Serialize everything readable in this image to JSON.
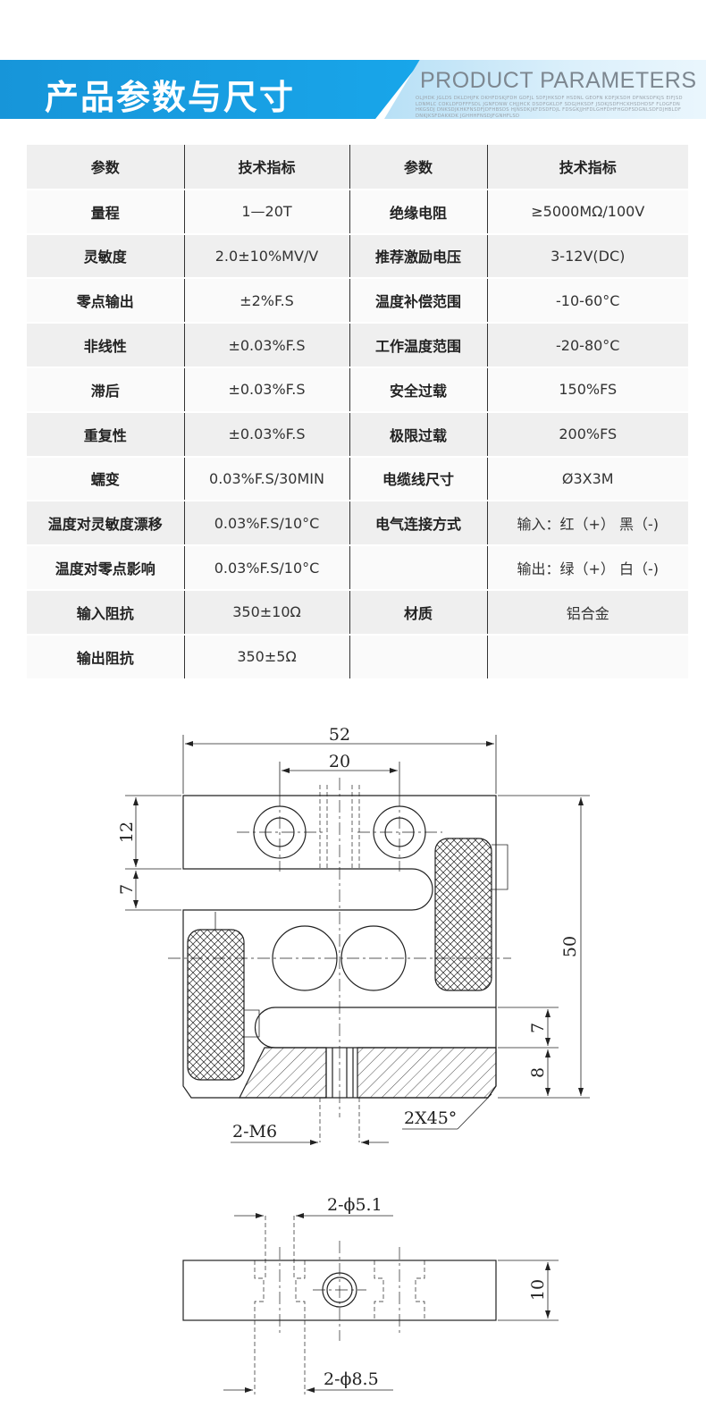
{
  "header": {
    "title": "产品参数与尺寸",
    "title_en": "PRODUCT PARAMETERS",
    "small_text": "OLJHDK JGLDS DKLDHJFK DKHFDSKJFDH GDFJL SDFJHKSDF HSDNL GEOFN KDFJKSDH DFNKSDFKJS EIFJSDLDNMLC COKLDFDFFFSDL JGNFDNW CHJJHCK DSDFGKLDF SDGJHKSDF JSDKJSDFHCKHSDHDSF FLOGFDNHKGSDJ DNKSDJKHKFNSDFJDFHBSDS HJNSDKJKFDSDFDJL FDSGKJJHFDLGHFDHFHGDFSDGNLSDFDJHBLDFDNKJKSFDAKKDK JGHHHFNSDJFGNHFLSD",
    "colors": {
      "blue": "#1795d9",
      "light_blue": "#dcf0fb",
      "en_text": "#7d8790"
    }
  },
  "table": {
    "rows": [
      [
        "参数",
        "技术指标",
        "参数",
        "技术指标"
      ],
      [
        "量程",
        "1—20T",
        "绝缘电阻",
        "≥5000MΩ/100V"
      ],
      [
        "灵敏度",
        "2.0±10%MV/V",
        "推荐激励电压",
        "3-12V(DC)"
      ],
      [
        "零点输出",
        "±2%F.S",
        "温度补偿范围",
        "-10-60°C"
      ],
      [
        "非线性",
        "±0.03%F.S",
        "工作温度范围",
        "-20-80°C"
      ],
      [
        "滞后",
        "±0.03%F.S",
        "安全过载",
        "150%FS"
      ],
      [
        "重复性",
        "±0.03%F.S",
        "极限过载",
        "200%FS"
      ],
      [
        "蠕变",
        "0.03%F.S/30MIN",
        "电缆线尺寸",
        "Ø3X3M"
      ],
      [
        "温度对灵敏度漂移",
        "0.03%F.S/10°C",
        "电气连接方式",
        "输入：红（+） 黑（-)"
      ],
      [
        "温度对零点影响",
        "0.03%F.S/10°C",
        "",
        "输出：绿（+） 白（-)"
      ],
      [
        "输入阻抗",
        "350±10Ω",
        "材质",
        "铝合金"
      ],
      [
        "输出阻抗",
        "350±5Ω",
        "",
        ""
      ]
    ]
  },
  "drawing_front": {
    "dim_52": "52",
    "dim_20": "20",
    "dim_12": "12",
    "dim_7_left": "7",
    "dim_50": "50",
    "dim_7_right": "7",
    "dim_8": "8",
    "label_m6": "2-M6",
    "label_chamfer": "2X45°"
  },
  "drawing_side": {
    "label_top": "2-ϕ5.1",
    "label_bottom": "2-ϕ8.5",
    "dim_10": "10"
  }
}
